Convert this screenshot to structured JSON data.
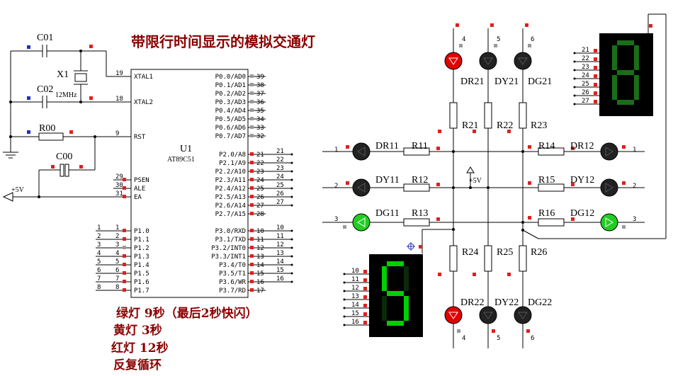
{
  "title": "带限行时间显示的模拟交通灯",
  "notes": [
    "绿灯 9秒（最后2秒快闪）",
    "黄灯 3秒",
    "红灯 12秒",
    "反复循环"
  ],
  "mcu": {
    "ref": "U1",
    "part": "AT89C51",
    "left_pins": [
      {
        "num": "19",
        "name": "XTAL1"
      },
      {
        "num": "18",
        "name": "XTAL2"
      },
      {
        "num": "9",
        "name": "RST"
      },
      {
        "num": "29",
        "name": "PSEN"
      },
      {
        "num": "30",
        "name": "ALE"
      },
      {
        "num": "31",
        "name": "EA"
      },
      {
        "num": "1",
        "name": "P1.0"
      },
      {
        "num": "2",
        "name": "P1.1"
      },
      {
        "num": "3",
        "name": "P1.2"
      },
      {
        "num": "4",
        "name": "P1.3"
      },
      {
        "num": "5",
        "name": "P1.4"
      },
      {
        "num": "6",
        "name": "P1.5"
      },
      {
        "num": "7",
        "name": "P1.6"
      },
      {
        "num": "8",
        "name": "P1.7"
      }
    ],
    "right_pins": [
      {
        "num": "39",
        "name": "P0.0/AD0"
      },
      {
        "num": "38",
        "name": "P0.1/AD1"
      },
      {
        "num": "37",
        "name": "P0.2/AD2"
      },
      {
        "num": "36",
        "name": "P0.3/AD3"
      },
      {
        "num": "35",
        "name": "P0.4/AD4"
      },
      {
        "num": "34",
        "name": "P0.5/AD5"
      },
      {
        "num": "33",
        "name": "P0.6/AD6"
      },
      {
        "num": "32",
        "name": "P0.7/AD7"
      },
      {
        "num": "21",
        "name": "P2.0/A8"
      },
      {
        "num": "22",
        "name": "P2.1/A9"
      },
      {
        "num": "23",
        "name": "P2.2/A10"
      },
      {
        "num": "24",
        "name": "P2.3/A11"
      },
      {
        "num": "25",
        "name": "P2.4/A12"
      },
      {
        "num": "26",
        "name": "P2.5/A13"
      },
      {
        "num": "27",
        "name": "P2.6/A14"
      },
      {
        "num": "28",
        "name": "P2.7/A15"
      },
      {
        "num": "10",
        "name": "P3.0/RXD"
      },
      {
        "num": "11",
        "name": "P3.1/TXD"
      },
      {
        "num": "12",
        "name": "P3.2/INT0"
      },
      {
        "num": "13",
        "name": "P3.3/INT1"
      },
      {
        "num": "14",
        "name": "P3.4/T0"
      },
      {
        "num": "15",
        "name": "P3.5/T1"
      },
      {
        "num": "16",
        "name": "P3.6/WR"
      },
      {
        "num": "17",
        "name": "P3.7/RD"
      }
    ]
  },
  "p2_nets": [
    "21",
    "22",
    "23",
    "24",
    "25",
    "26",
    "27"
  ],
  "p3_nets": [
    "10",
    "11",
    "12",
    "13",
    "14",
    "15",
    "16"
  ],
  "p1_nets": [
    "1",
    "2",
    "3",
    "4",
    "5",
    "6",
    "7",
    "8"
  ],
  "components": {
    "c01": "C01",
    "c02": "C02",
    "x1": "X1",
    "xfreq": "12MHz",
    "r00": "R00",
    "c00": "C00",
    "vcc": "+5V"
  },
  "lights": {
    "dr21": "DR21",
    "dy21": "DY21",
    "dg21": "DG21",
    "dr22": "DR22",
    "dy22": "DY22",
    "dg22": "DG22",
    "dr11": "DR11",
    "dy11": "DY11",
    "dg11": "DG11",
    "dr12": "DR12",
    "dy12": "DY12",
    "dg12": "DG12"
  },
  "resistors": {
    "r21": "R21",
    "r22": "R22",
    "r23": "R23",
    "r24": "R24",
    "r25": "R25",
    "r26": "R26",
    "r11": "R11",
    "r12": "R12",
    "r13": "R13",
    "r14": "R14",
    "r15": "R15",
    "r16": "R16"
  },
  "nets": {
    "n1": "1",
    "n2": "2",
    "n3": "3",
    "n4": "4",
    "n5": "5",
    "n6": "6",
    "vcc_center": "+5V"
  },
  "display_top": {
    "nets": [
      "21",
      "22",
      "23",
      "24",
      "25",
      "26",
      "27"
    ],
    "digit": "8",
    "color": "#1a6e1a"
  },
  "display_bottom": {
    "nets": [
      "10",
      "11",
      "12",
      "13",
      "14",
      "15",
      "16"
    ],
    "digit": "5",
    "color": "#00d000"
  },
  "colors": {
    "red_led": "#e00000",
    "green_led": "#22cc22",
    "dark_led": "#222222",
    "pin_marker": "#e02020",
    "accent_blue": "#2030c0"
  }
}
